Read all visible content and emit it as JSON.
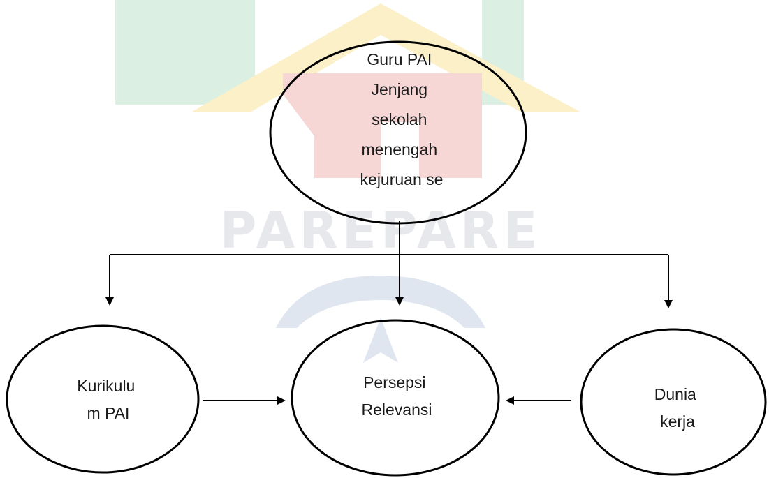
{
  "watermark": {
    "text": "PAREPARE",
    "colors": {
      "green": "#dcefe3",
      "gold": "#fbf0c8",
      "red": "#f7d6d6",
      "blue": "#dfe6f0",
      "text": "#e7e8ec"
    }
  },
  "nodes": {
    "top": {
      "lines": [
        "Guru PAI",
        "Jenjang",
        "sekolah",
        "menengah",
        "kejuruan se"
      ]
    },
    "left": {
      "lines": [
        "Kurikulu",
        "m PAI"
      ]
    },
    "center": {
      "lines": [
        "Persepsi",
        "Relevansi"
      ]
    },
    "right": {
      "lines": [
        "Dunia",
        "kerja"
      ]
    }
  },
  "colors": {
    "stroke": "#000000",
    "text": "#1a1a1a",
    "background": "#ffffff"
  }
}
